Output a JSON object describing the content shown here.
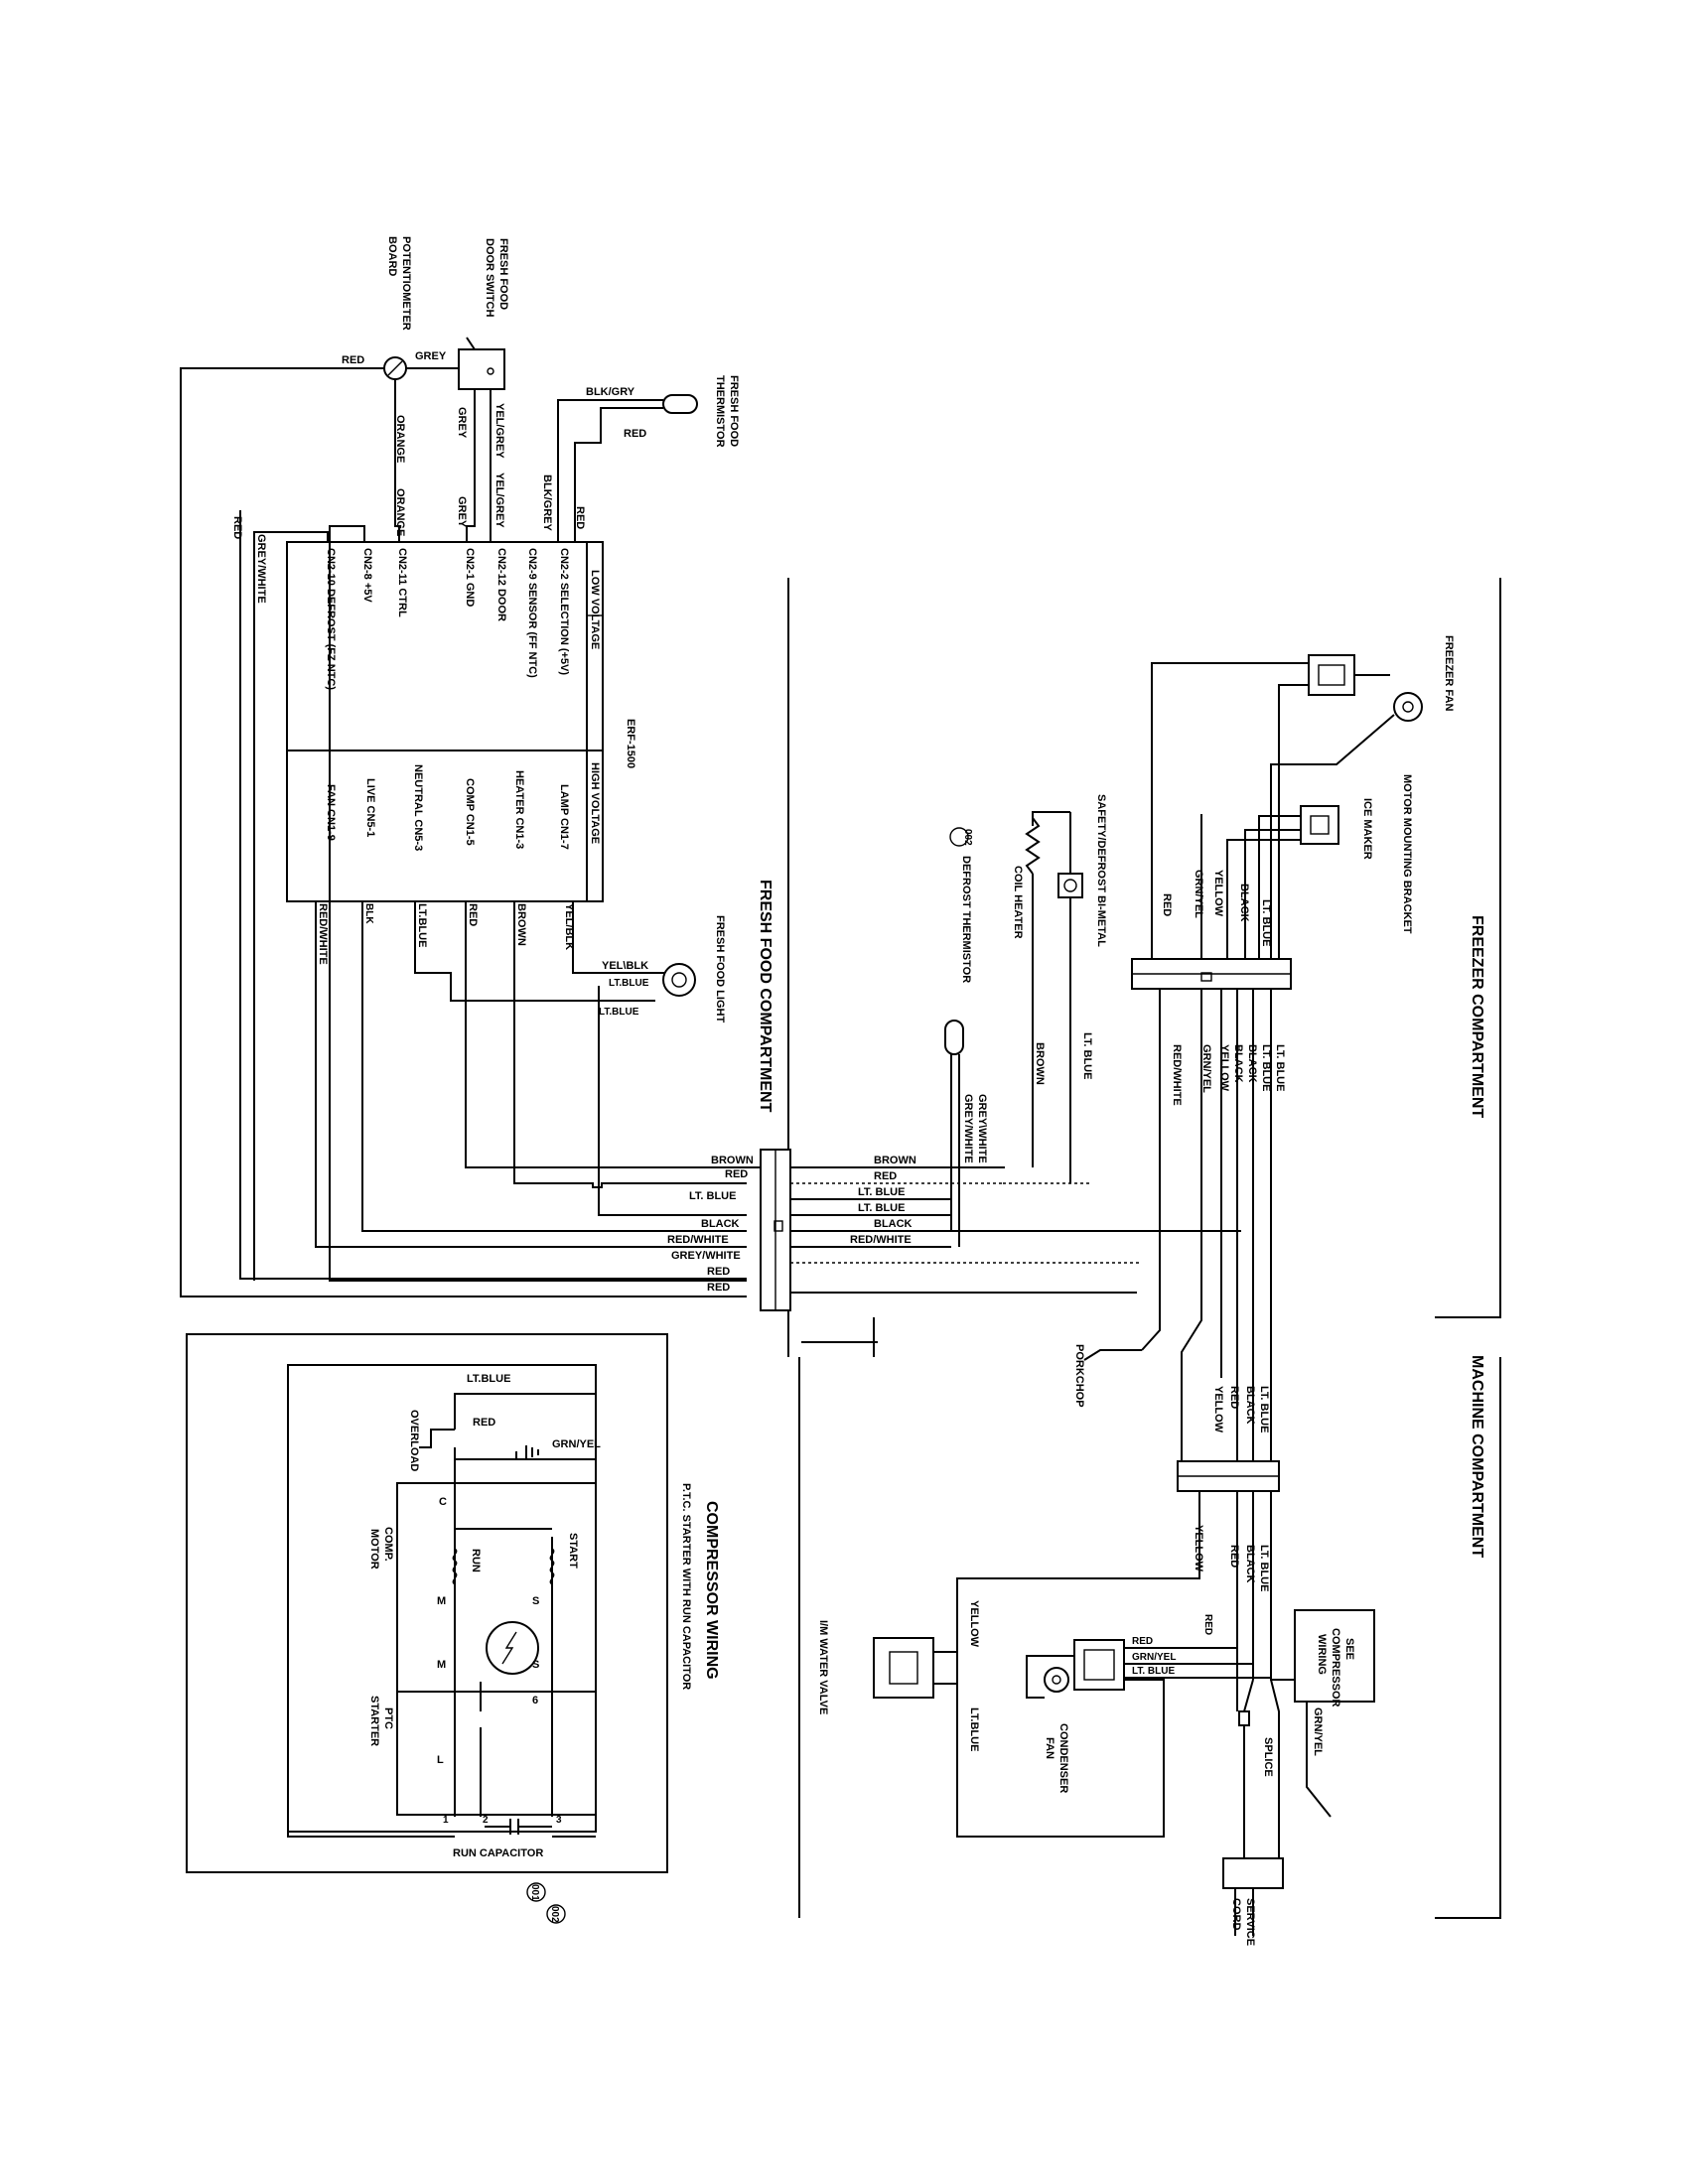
{
  "sections": {
    "freezer": "FREEZER COMPARTMENT",
    "fresh_food": "FRESH FOOD COMPARTMENT",
    "machine": "MACHINE COMPARTMENT",
    "compressor": "COMPRESSOR WIRING",
    "compressor_sub": "P.T.C. STARTER WITH RUN CAPACITOR"
  },
  "components": {
    "fresh_food_thermistor": [
      "FRESH FOOD",
      "THERMISTOR"
    ],
    "door_switch": [
      "FRESH FOOD",
      "DOOR SWITCH"
    ],
    "potentiometer": [
      "POTENTIOMETER",
      "BOARD"
    ],
    "freezer_fan": "FREEZER FAN",
    "motor_bracket": "MOTOR MOUNTING BRACKET",
    "ice_maker": "ICE MAKER",
    "safety_bimetal": "SAFETY/DEFROST BI-METAL",
    "coil_heater": "COIL HEATER",
    "defrost_thermistor": "DEFROST THERMISTOR",
    "fresh_food_light": "FRESH FOOD LIGHT",
    "porkchop": "PORKCHOP",
    "see_compressor": [
      "SEE",
      "COMPRESSOR",
      "WIRING"
    ],
    "condenser_fan": [
      "CONDENSER",
      "FAN"
    ],
    "splice": "SPLICE",
    "service_cord": [
      "SERVICE",
      "CORD"
    ],
    "water_valve": "I/M WATER VALVE",
    "overload": "OVERLOAD",
    "comp_motor": [
      "COMP.",
      "MOTOR"
    ],
    "ptc_starter": [
      "PTC",
      "STARTER"
    ],
    "run_capacitor": "RUN CAPACITOR",
    "run": "RUN",
    "start": "START",
    "callout_002": "002",
    "callout_001": "001"
  },
  "board": {
    "model": "ERF-1500",
    "low_voltage": "LOW VOLTAGE",
    "high_voltage": "HIGH VOLTAGE",
    "low_pins": [
      "CN2-2 SELECTION (+5V)",
      "CN2-9 SENSOR (FF NTC)",
      "CN2-12 DOOR",
      "CN2-1 GND",
      "CN2-11 CTRL",
      "CN2-8 +5V",
      "CN2-10 DEFROST (FZ NTC)"
    ],
    "high_pins": [
      "LAMP CN1-7",
      "HEATER CN1-3",
      "COMP CN1-5",
      "NEUTRAL CN5-3",
      "LIVE CN5-1",
      "FAN CN1-9"
    ]
  },
  "terminals": {
    "c": "C",
    "s": "S",
    "m": "M",
    "s2": "S",
    "m2": "M",
    "six": "6",
    "l": "L",
    "one": "1",
    "two": "2",
    "three": "3"
  },
  "wires": {
    "red": "RED",
    "grey": "GREY",
    "orange": "ORANGE",
    "yel_grey": "YEL/GREY",
    "blk_gry": "BLK/GRY",
    "blk_grey": "BLK/GREY",
    "grey_white": "GREY/WHITE",
    "yel_blk": "YEL/BLK",
    "yel_blk2": "YEL\\BLK",
    "brown": "BROWN",
    "lt_blue": "LT.BLUE",
    "lt_blue2": "LT. BLUE",
    "blk": "BLK",
    "red_white": "RED/WHITE",
    "black": "BLACK",
    "yellow": "YELLOW",
    "grn_yel": "GRN/YEL",
    "grey_white2": "GREY\\WHITE"
  }
}
